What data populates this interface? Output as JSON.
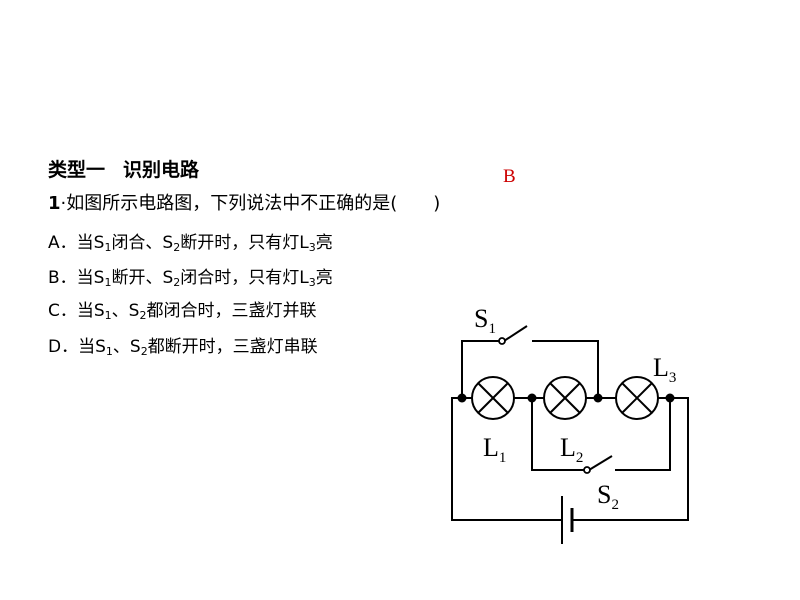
{
  "section": {
    "title": "类型一",
    "subtitle": "识别电路"
  },
  "question": {
    "number": "1",
    "separator": "·",
    "stem": "如图所示电路图，下列说法中不正确的是(　　)",
    "answer": "B"
  },
  "options": [
    {
      "letter": "A．",
      "t1": "当S",
      "s1": "1",
      "t2": "闭合、S",
      "s2": "2",
      "t3": "断开时，只有灯L",
      "s3": "3",
      "t4": "亮"
    },
    {
      "letter": "B．",
      "t1": "当S",
      "s1": "1",
      "t2": "断开、S",
      "s2": "2",
      "t3": "闭合时，只有灯L",
      "s3": "3",
      "t4": "亮"
    },
    {
      "letter": "C．",
      "t1": "当S",
      "s1": "1",
      "t2": "、S",
      "s2": "2",
      "t3": "都闭合时，三盏灯并联"
    },
    {
      "letter": "D．",
      "t1": "当S",
      "s1": "1",
      "t2": "、S",
      "s2": "2",
      "t3": "都断开时，三盏灯串联"
    }
  ],
  "circuit": {
    "labels": {
      "s1": "S",
      "s1_sub": "1",
      "s2": "S",
      "s2_sub": "2",
      "l1": "L",
      "l1_sub": "1",
      "l2": "L",
      "l2_sub": "2",
      "l3": "L",
      "l3_sub": "3"
    }
  },
  "colors": {
    "text": "#000000",
    "answer": "#cc0000",
    "background": "#ffffff"
  }
}
